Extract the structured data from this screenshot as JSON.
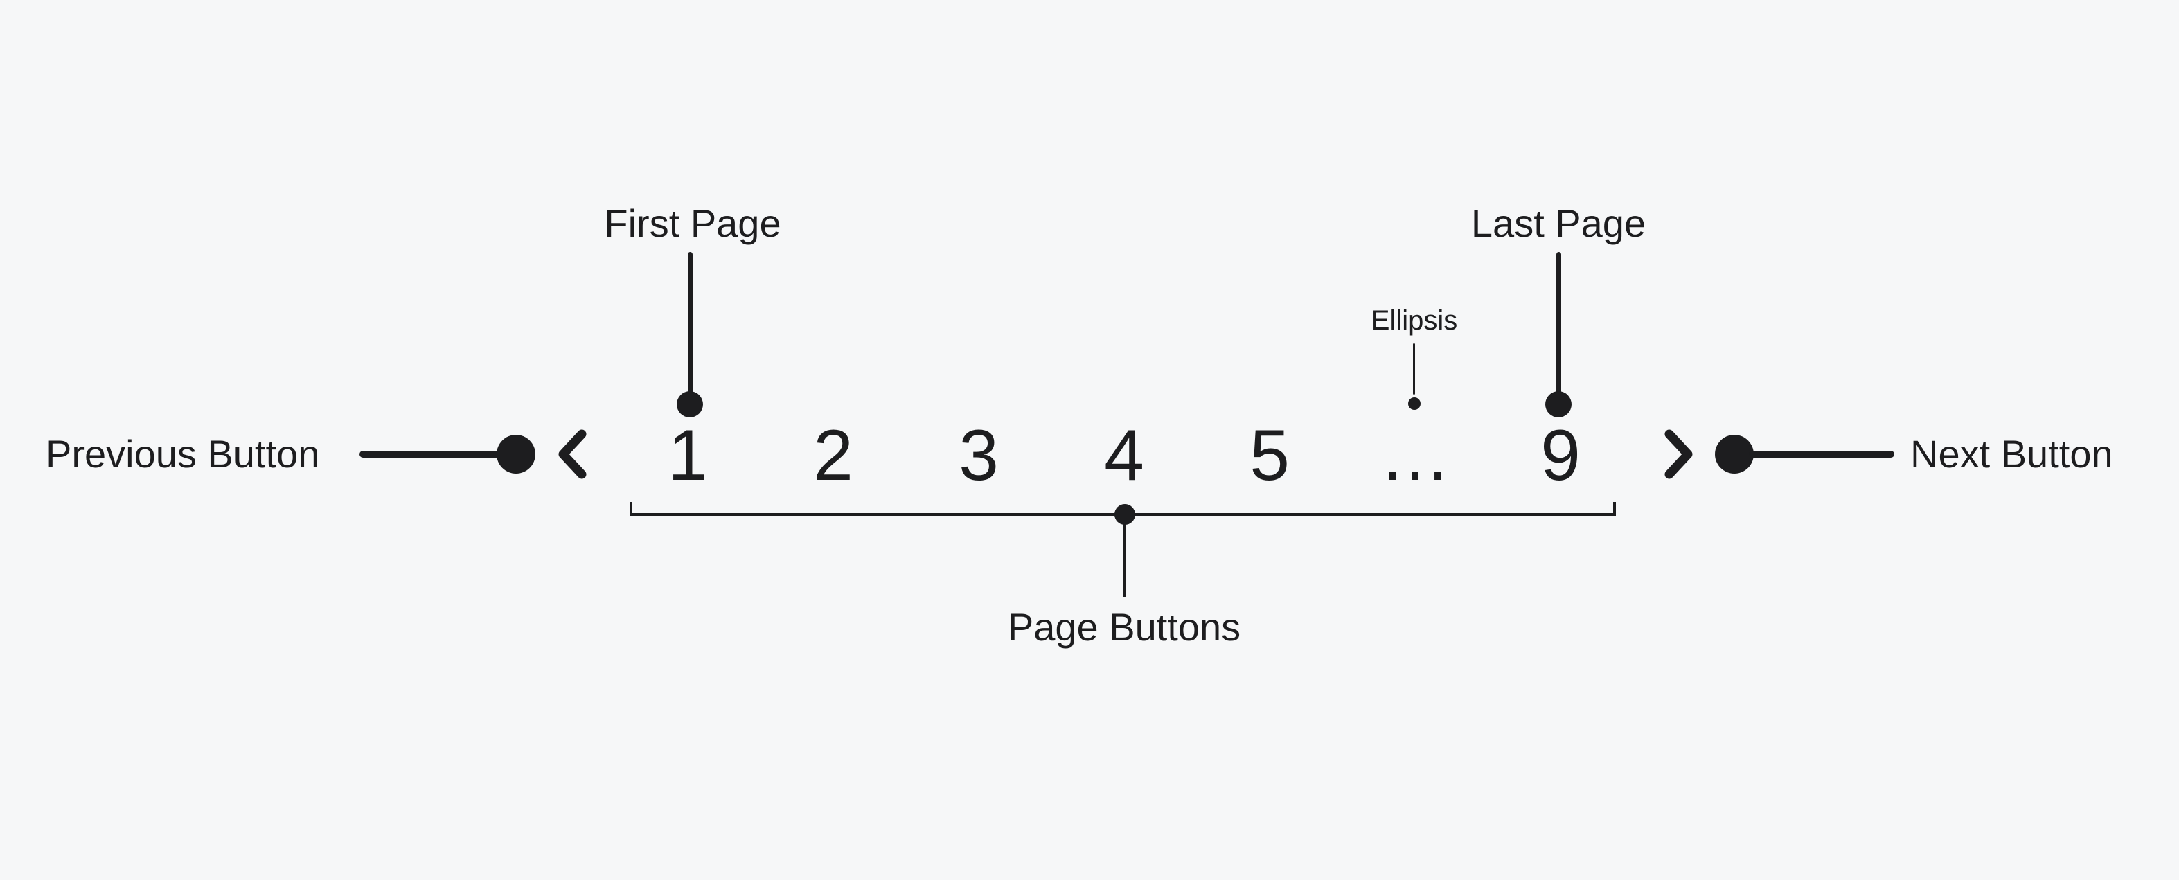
{
  "colors": {
    "background": "#f6f7f8",
    "ink": "#1d1d1f"
  },
  "pagination": {
    "previous": {
      "icon": "chevron-left"
    },
    "next": {
      "icon": "chevron-right"
    },
    "pages": [
      "1",
      "2",
      "3",
      "4",
      "5",
      "…",
      "9"
    ],
    "ellipsis_index": 5,
    "first_page": "1",
    "last_page": "9"
  },
  "annotations": {
    "previous_button": "Previous Button",
    "next_button": "Next Button",
    "first_page": "First Page",
    "last_page": "Last Page",
    "ellipsis": "Ellipsis",
    "page_buttons": "Page Buttons"
  }
}
